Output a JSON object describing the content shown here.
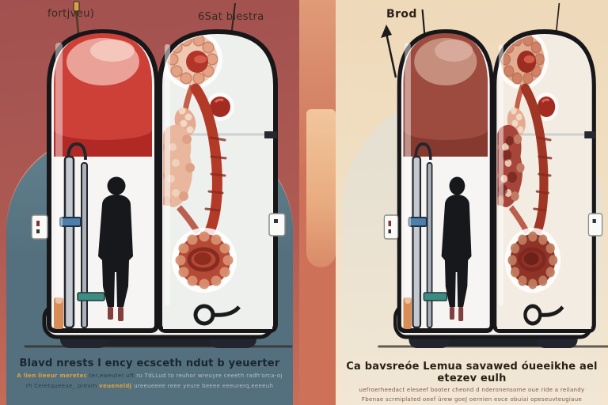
{
  "labels": {
    "top_left": "fortjveu)",
    "top_middle": "6Sat biestra",
    "top_right": "Brod"
  },
  "captions": {
    "left": {
      "headline": "Blavd nrests l ency ecsceth ndut b yeuerter",
      "line1": {
        "accent": "A lien lieeur meretec",
        "dark": " ter,eweuter uft ",
        "light": "ru TdLLud to reuhor wreuyre ceeeth radh'orca-oj"
      },
      "line2": {
        "dark": "rh Ceretqueeue_ prevrn ",
        "accent": "veueneldj ",
        "light": "ureeueeee reee yeure beeee eeeurerq,eeeeuh"
      }
    },
    "right": {
      "headline": "Ca bavsreóe Lemua savawed óueeikhe ael etezev eulh",
      "line1": "uefroerheedact eleseef booter cheond d nderonensome oue ride a reilandy",
      "line2": "Fbenae scrmiplated oeef ürew goeJ oernien eoce obuiai opeseuvteugiaue"
    }
  },
  "colors": {
    "left_bg_top": "#a25150",
    "left_bg_bottom": "#c86f5a",
    "left_shape": "#54707e",
    "left_caption_text": "#1b262f",
    "divider_strip": "#cd7159",
    "right_bg_top": "#eed9b9",
    "right_bg_bottom": "#f4e6d0",
    "right_caption_text": "#2a1f15",
    "pill_red_left": "#cd4038",
    "pill_red_right": "#9e4b3f",
    "organ_red": "#b44936",
    "silhouette": "#17181c",
    "glass_outline": "#17171a",
    "accent_orange": "#dca23f",
    "caption_small_light": "#b3bfc7",
    "caption_small_brown": "#7b5a3d"
  }
}
